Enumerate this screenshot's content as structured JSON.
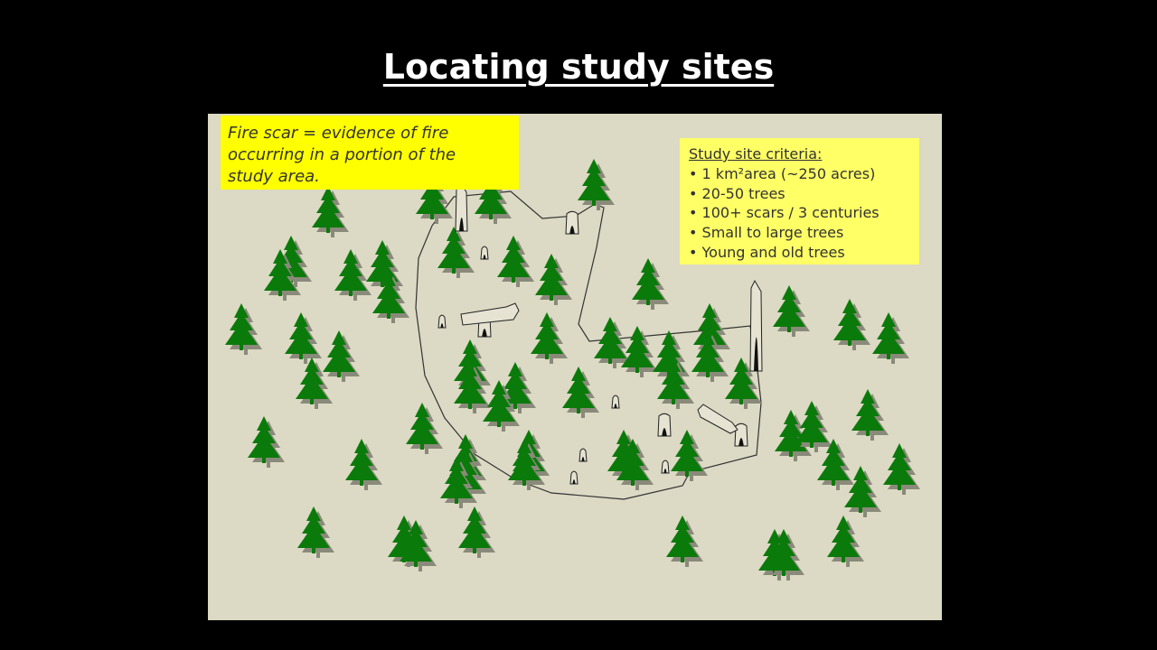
{
  "title": "Locating study sites",
  "fire_scar_note": {
    "lines": [
      "Fire scar = evidence of fire",
      "occurring in a portion of the",
      "study area."
    ]
  },
  "criteria": {
    "heading": "Study site criteria:",
    "items": [
      "1 km²area (~250 acres)",
      "20-50 trees",
      "100+ scars / 3 centuries",
      "Small to large trees",
      "Young and old trees"
    ]
  },
  "colors": {
    "background": "#000000",
    "panel": "#dcd9c4",
    "tree": "#0a7a0a",
    "tree_shadow": "#8a8a7a",
    "note_fire": "#ffff00",
    "note_criteria": "#ffff66",
    "text": "#333333",
    "title": "#ffffff"
  },
  "icons": {
    "tree": "conifer-tree-icon",
    "stump": "fire-scarred-stump-icon",
    "snag": "scarred-snag-icon",
    "log": "fallen-log-icon"
  }
}
